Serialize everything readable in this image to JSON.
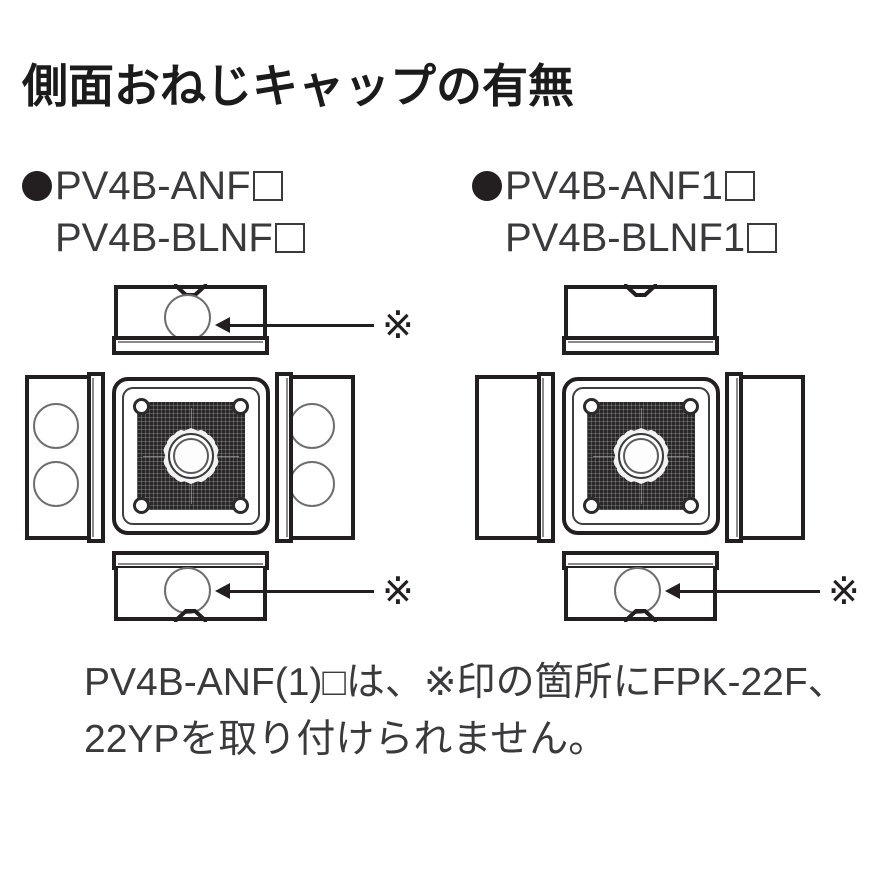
{
  "title": "側面おねじキャップの有無",
  "columns": [
    {
      "id": "left",
      "models": [
        {
          "bullet": true,
          "text": "PV4B-ANF",
          "box": true
        },
        {
          "bullet": false,
          "text": "PV4B-BLNF",
          "box": true
        }
      ],
      "diagram": {
        "top_view": {
          "has_hole": true,
          "marked": true
        },
        "bottom_view": {
          "has_hole": true,
          "marked": true
        },
        "left_view": {
          "holes": 2
        },
        "right_view": {
          "holes": 2
        },
        "center_view": {
          "screws": 4,
          "center_boss": true
        }
      }
    },
    {
      "id": "right",
      "models": [
        {
          "bullet": true,
          "text": "PV4B-ANF1",
          "box": true
        },
        {
          "bullet": false,
          "text": "PV4B-BLNF1",
          "box": true
        }
      ],
      "diagram": {
        "top_view": {
          "has_hole": false,
          "marked": false
        },
        "bottom_view": {
          "has_hole": true,
          "marked": true
        },
        "left_view": {
          "holes": 0
        },
        "right_view": {
          "holes": 0
        },
        "center_view": {
          "screws": 4,
          "center_boss": true
        }
      }
    }
  ],
  "reference_mark": "※",
  "note": "PV4B-ANF(1)□は、※印の箇所にFPK-22F、22YPを取り付けられません。",
  "colors": {
    "ink": "#231f20",
    "text": "#3a3a3c",
    "field_dark": "#2a2728",
    "background": "#ffffff"
  }
}
